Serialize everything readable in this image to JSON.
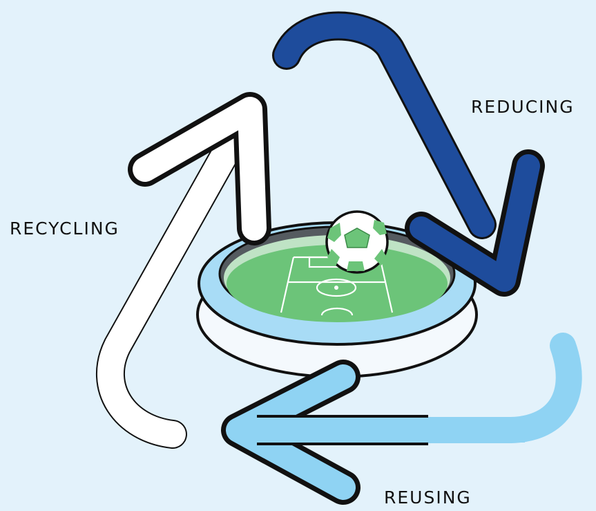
{
  "labels": {
    "reducing": "REDUCING",
    "recycling": "RECYCLING",
    "reusing": "REUSING"
  },
  "colors": {
    "background": "#e3f2fb",
    "reducing_arrow": "#1e4c9c",
    "recycling_arrow": "#ffffff",
    "reusing_arrow": "#8fd3f3",
    "pitch": "#6cc479",
    "outline": "#111111"
  },
  "icons": {
    "center": "stadium-icon",
    "ball": "soccer-ball-icon",
    "arrows": "recycle-arrows-icon"
  }
}
